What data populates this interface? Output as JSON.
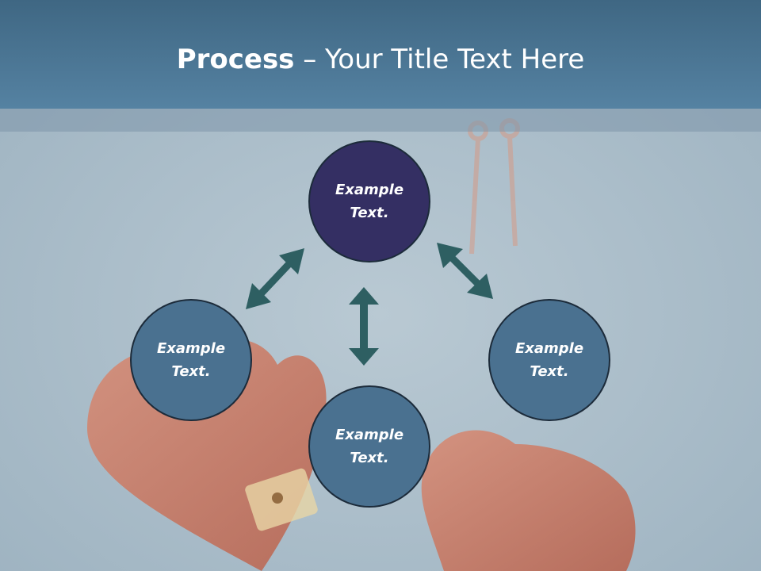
{
  "slide": {
    "title_bold": "Process",
    "title_rest": " – Your Title Text Here"
  },
  "nodes": {
    "top": "Example Text.",
    "left": "Example Text.",
    "right": "Example Text.",
    "bottom": "Example Text."
  },
  "colors": {
    "header": "#4f7a99",
    "node_fill": "#4a7190",
    "node_center_fill": "#342f63",
    "arrow": "#2e5f62"
  }
}
